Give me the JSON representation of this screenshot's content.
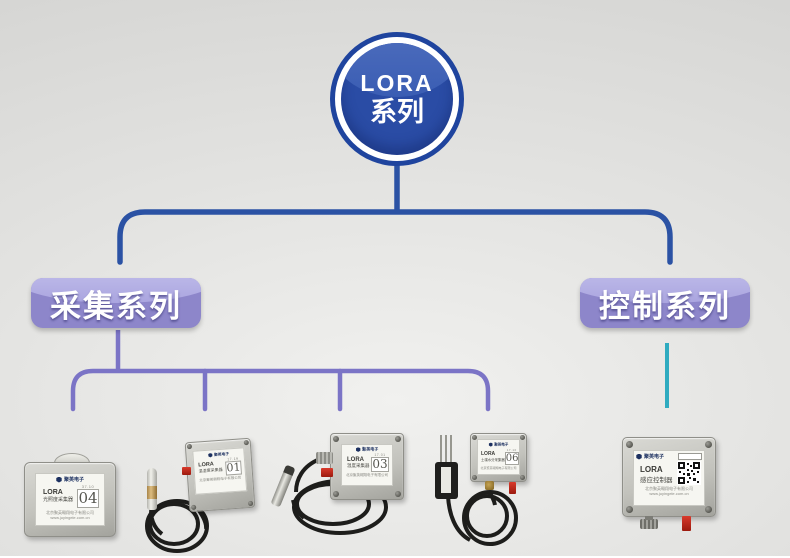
{
  "root": {
    "title_line1": "LORA",
    "title_line2": "系列"
  },
  "branches": {
    "collection": "采集系列",
    "control": "控制系列"
  },
  "brand": {
    "name": "聚英电子",
    "company": "北京聚英翱翔电子有限公司",
    "website": "www.juyingele.com.cn"
  },
  "colors": {
    "tree_blue": "#2b52a4",
    "subtree_purple": "#7b74c6",
    "control_teal": "#2fabc0"
  },
  "devices": [
    {
      "series": "LORA",
      "name": "光照度采集器",
      "value": "37.10",
      "number": "04"
    },
    {
      "series": "LORA",
      "name": "温湿度采集器",
      "value": "17.19",
      "number": "01"
    },
    {
      "series": "LORA",
      "name": "温度采集器",
      "value": "17.01",
      "number": "03"
    },
    {
      "series": "LORA",
      "name": "土壤水分采集器",
      "value": "17.10",
      "number": "06"
    },
    {
      "series": "LORA",
      "name": "感应控制器"
    }
  ]
}
